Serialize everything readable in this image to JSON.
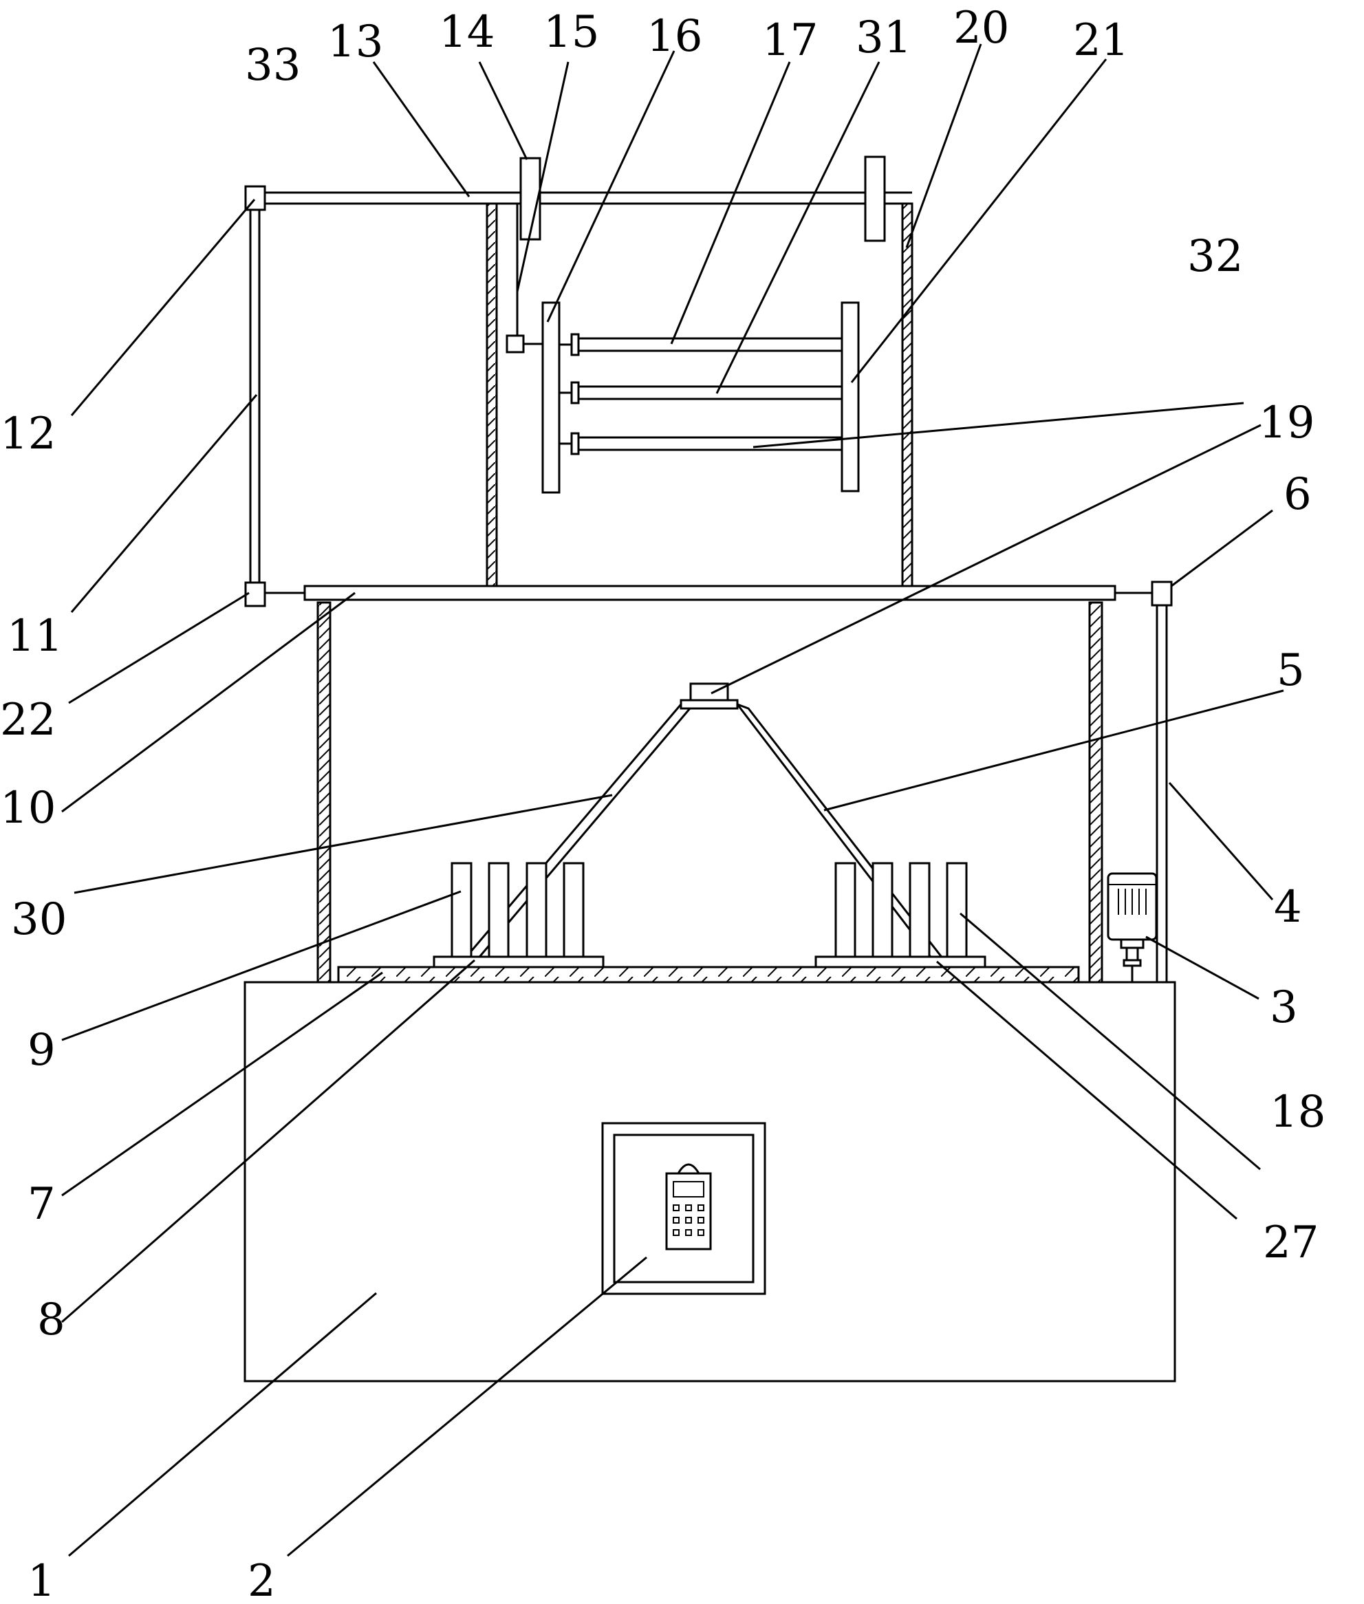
{
  "figure": {
    "labels": [
      {
        "id": "1",
        "text": "1"
      },
      {
        "id": "2",
        "text": "2"
      },
      {
        "id": "3",
        "text": "3"
      },
      {
        "id": "4",
        "text": "4"
      },
      {
        "id": "5",
        "text": "5"
      },
      {
        "id": "6",
        "text": "6"
      },
      {
        "id": "7",
        "text": "7"
      },
      {
        "id": "8",
        "text": "8"
      },
      {
        "id": "9",
        "text": "9"
      },
      {
        "id": "10",
        "text": "10"
      },
      {
        "id": "11",
        "text": "11"
      },
      {
        "id": "12",
        "text": "12"
      },
      {
        "id": "13",
        "text": "13"
      },
      {
        "id": "14",
        "text": "14"
      },
      {
        "id": "15",
        "text": "15"
      },
      {
        "id": "16",
        "text": "16"
      },
      {
        "id": "17",
        "text": "17"
      },
      {
        "id": "18",
        "text": "18"
      },
      {
        "id": "19",
        "text": "19"
      },
      {
        "id": "20",
        "text": "20"
      },
      {
        "id": "21",
        "text": "21"
      },
      {
        "id": "22",
        "text": "22"
      },
      {
        "id": "27",
        "text": "27"
      },
      {
        "id": "30",
        "text": "30"
      },
      {
        "id": "31",
        "text": "31"
      },
      {
        "id": "32",
        "text": "32"
      },
      {
        "id": "33",
        "text": "33"
      }
    ]
  }
}
